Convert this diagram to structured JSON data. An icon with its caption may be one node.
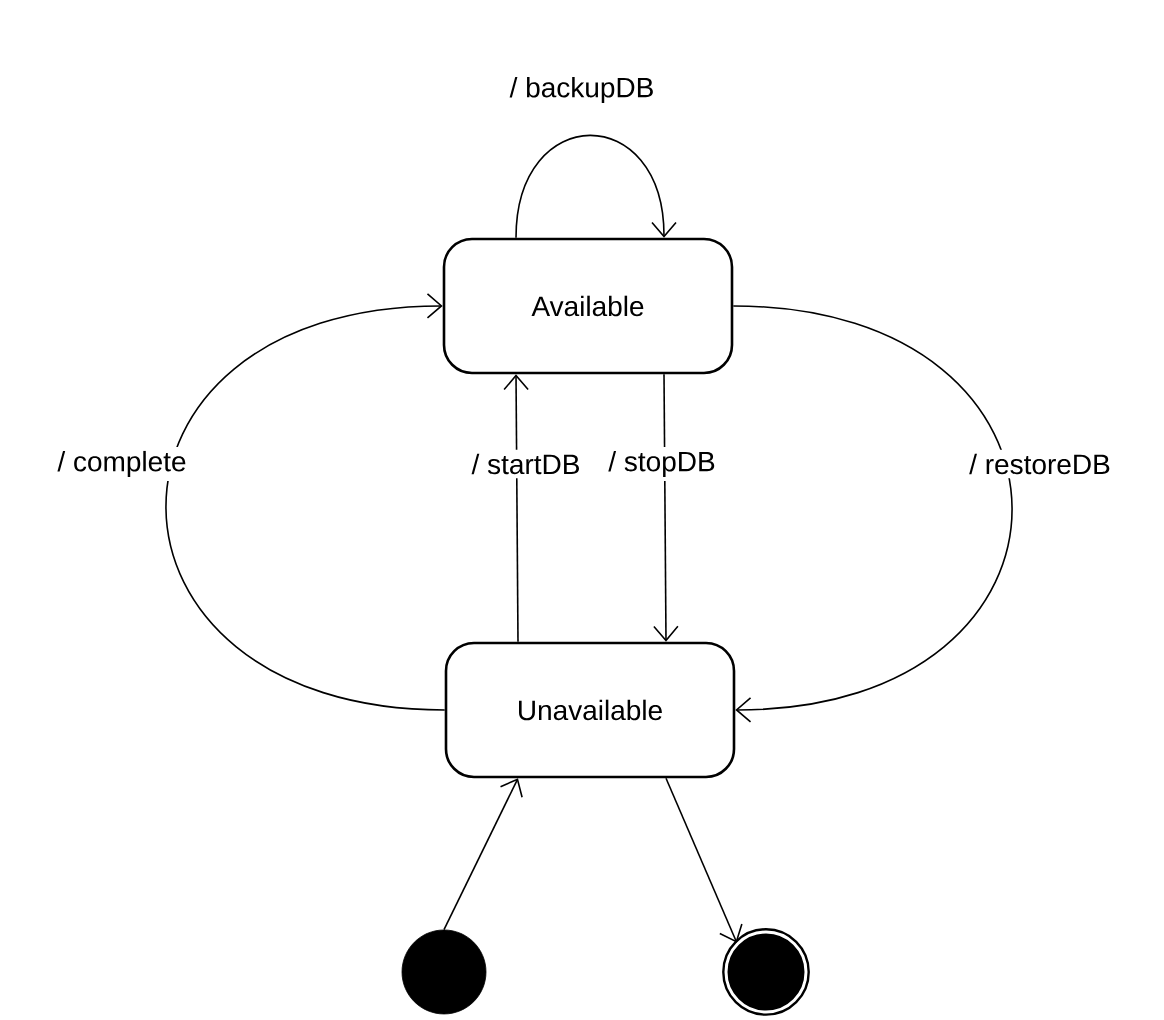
{
  "diagram": {
    "nodes": [
      {
        "text": [
          "Available"
        ]
      },
      {
        "text": [
          "Unavailable"
        ]
      },
      {
        "text": [],
        "shape": "circle"
      },
      {
        "text": [],
        "shape": "bullseye"
      }
    ],
    "edges": [
      {
        "from": 0,
        "to": 0,
        "arrow": "to",
        "label": "/ backupDB"
      },
      {
        "from": 1,
        "to": 0,
        "arrow": "to",
        "label": "/ complete"
      },
      {
        "from": 1,
        "to": 0,
        "arrow": "to",
        "label": "/ startDB"
      },
      {
        "from": 0,
        "to": 1,
        "arrow": "to",
        "label": "/ stopDB"
      },
      {
        "from": 0,
        "to": 1,
        "arrow": "to",
        "label": "/ restoreDB"
      },
      {
        "from": 2,
        "to": 1,
        "arrow": "to"
      },
      {
        "from": 1,
        "to": 3,
        "arrow": "to"
      }
    ]
  }
}
